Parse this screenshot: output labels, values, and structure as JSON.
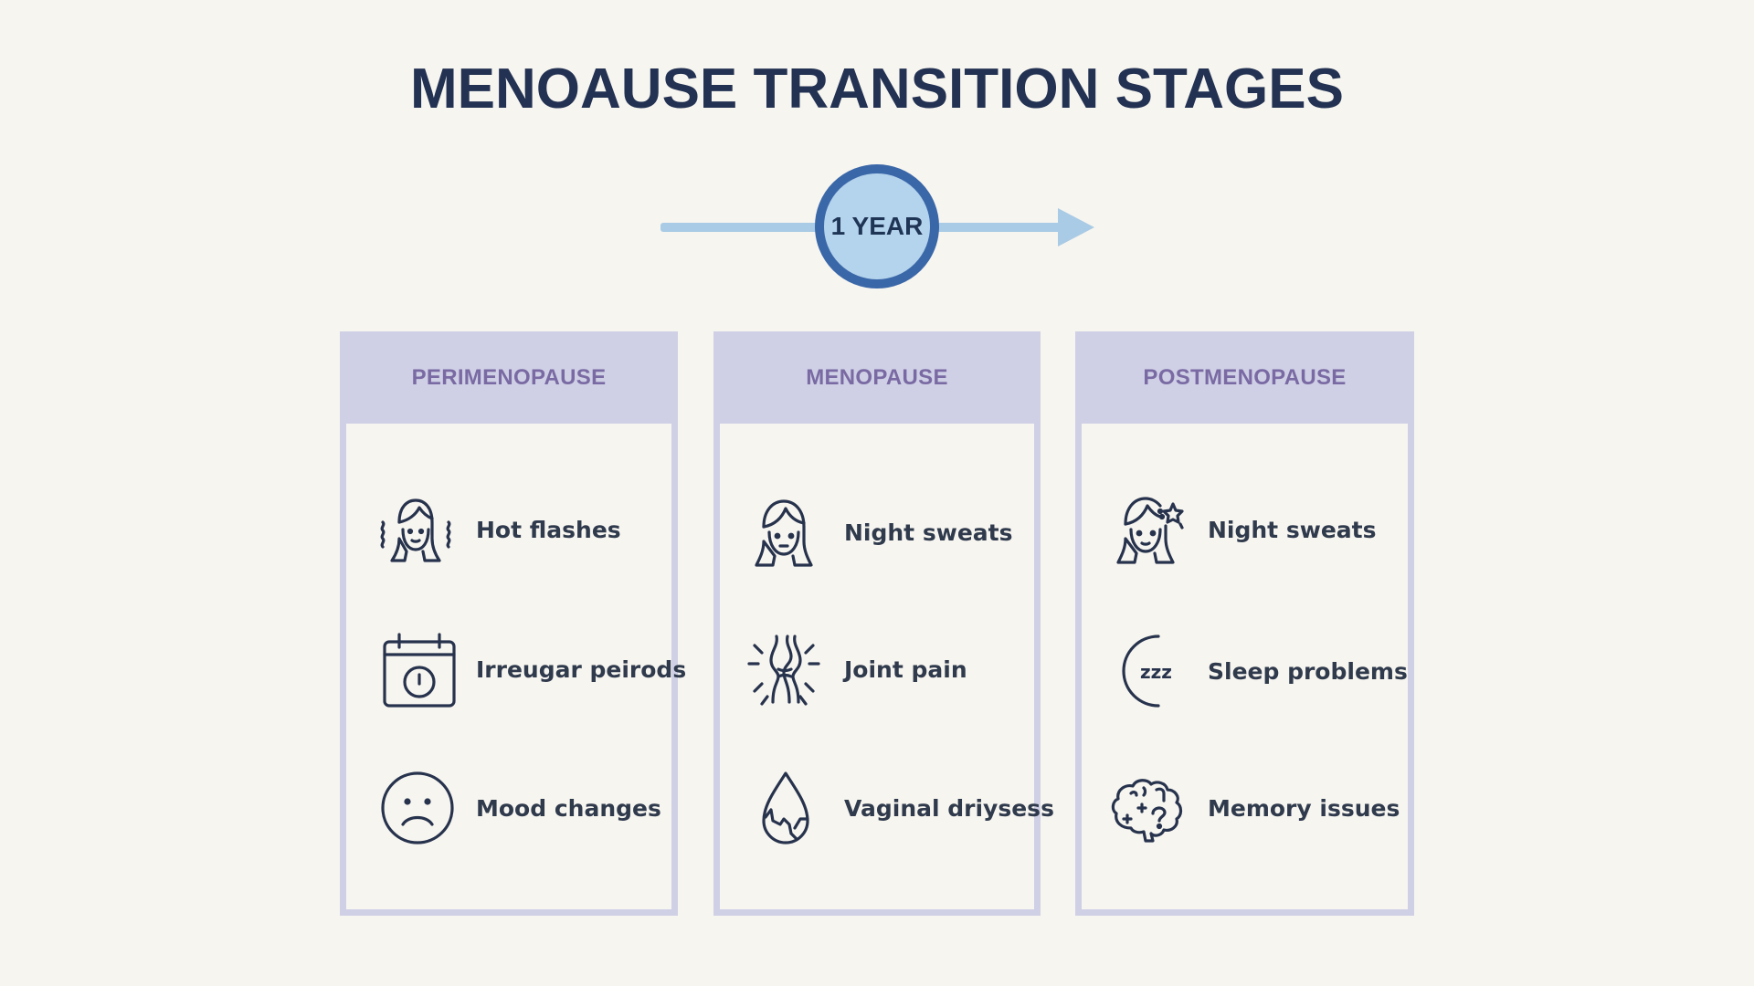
{
  "title": "MENOAUSE TRANSITION STAGES",
  "timeline": {
    "label": "1 YEAR",
    "colors": {
      "line": "#a9cbe5",
      "circle_border": "#3a67a8",
      "circle_fill": "#b4d3ec",
      "text": "#1f3556"
    }
  },
  "colors": {
    "background": "#f7f5f0",
    "title": "#233252",
    "card_border": "#cfd0e6",
    "card_header_text": "#7a6aa3",
    "item_text": "#2f3a4c",
    "icon_stroke": "#27334d"
  },
  "stages": [
    {
      "name": "PERIMENOPAUSE",
      "items": [
        {
          "icon": "woman-hot-flash-icon",
          "label": "Hot flashes"
        },
        {
          "icon": "calendar-clock-icon",
          "label": "Irreugar peirods"
        },
        {
          "icon": "sad-face-icon",
          "label": "Mood changes"
        }
      ]
    },
    {
      "name": "MENOPAUSE",
      "items": [
        {
          "icon": "woman-face-icon",
          "label": "Night sweats"
        },
        {
          "icon": "joint-pain-icon",
          "label": "Joint pain"
        },
        {
          "icon": "cracked-drop-icon",
          "label": "Vaginal driysess"
        }
      ]
    },
    {
      "name": "POSTMENOPAUSE",
      "items": [
        {
          "icon": "woman-star-icon",
          "label": "Night sweats"
        },
        {
          "icon": "moon-zzz-icon",
          "label": "Sleep problems"
        },
        {
          "icon": "brain-question-icon",
          "label": "Memory issues"
        }
      ]
    }
  ]
}
